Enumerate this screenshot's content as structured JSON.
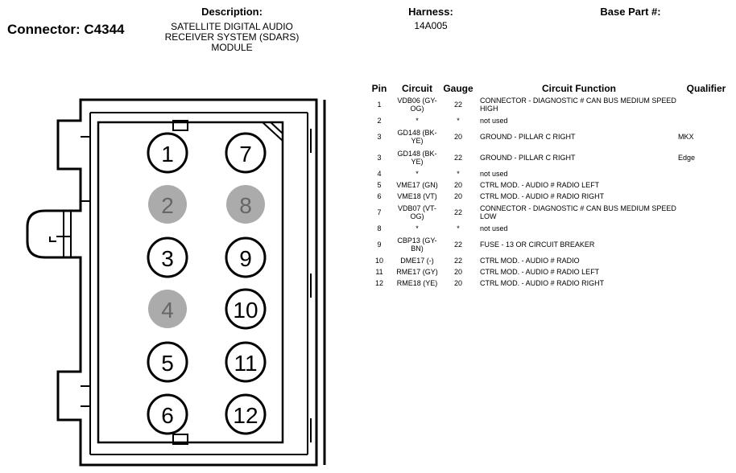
{
  "header": {
    "connector_label": "Connector: C4344",
    "description_heading": "Description:",
    "description_lines": [
      "SATELLITE DIGITAL AUDIO",
      "RECEIVER SYSTEM (SDARS)",
      "MODULE"
    ],
    "harness_heading": "Harness:",
    "harness_value": "14A005",
    "base_part_heading": "Base Part #:"
  },
  "colors": {
    "pin_filled": "#ababab",
    "outline": "#000000"
  },
  "pins": [
    {
      "label": "1",
      "state": "used"
    },
    {
      "label": "7",
      "state": "used"
    },
    {
      "label": "2",
      "state": "empty"
    },
    {
      "label": "8",
      "state": "empty"
    },
    {
      "label": "3",
      "state": "used"
    },
    {
      "label": "9",
      "state": "used"
    },
    {
      "label": "4",
      "state": "empty"
    },
    {
      "label": "10",
      "state": "used"
    },
    {
      "label": "5",
      "state": "used"
    },
    {
      "label": "11",
      "state": "used"
    },
    {
      "label": "6",
      "state": "used"
    },
    {
      "label": "12",
      "state": "used"
    }
  ],
  "table": {
    "headers": [
      "Pin",
      "Circuit",
      "Gauge",
      "Circuit Function",
      "Qualifier"
    ],
    "rows": [
      {
        "pin": "1",
        "circuit": "VDB06 (GY-OG)",
        "gauge": "22",
        "function": "CONNECTOR - DIAGNOSTIC # CAN BUS MEDIUM SPEED HIGH",
        "qualifier": ""
      },
      {
        "pin": "2",
        "circuit": "*",
        "gauge": "*",
        "function": "not used",
        "qualifier": ""
      },
      {
        "pin": "3",
        "circuit": "GD148 (BK-YE)",
        "gauge": "20",
        "function": "GROUND - PILLAR C RIGHT",
        "qualifier": "MKX"
      },
      {
        "pin": "3",
        "circuit": "GD148 (BK-YE)",
        "gauge": "22",
        "function": "GROUND - PILLAR C RIGHT",
        "qualifier": "Edge"
      },
      {
        "pin": "4",
        "circuit": "*",
        "gauge": "*",
        "function": "not used",
        "qualifier": ""
      },
      {
        "pin": "5",
        "circuit": "VME17 (GN)",
        "gauge": "20",
        "function": "CTRL MOD. - AUDIO # RADIO LEFT",
        "qualifier": ""
      },
      {
        "pin": "6",
        "circuit": "VME18 (VT)",
        "gauge": "20",
        "function": "CTRL MOD. - AUDIO # RADIO RIGHT",
        "qualifier": ""
      },
      {
        "pin": "7",
        "circuit": "VDB07 (VT-OG)",
        "gauge": "22",
        "function": "CONNECTOR - DIAGNOSTIC # CAN BUS MEDIUM SPEED LOW",
        "qualifier": ""
      },
      {
        "pin": "8",
        "circuit": "*",
        "gauge": "*",
        "function": "not used",
        "qualifier": ""
      },
      {
        "pin": "9",
        "circuit": "CBP13 (GY-BN)",
        "gauge": "22",
        "function": "FUSE - 13 OR CIRCUIT BREAKER",
        "qualifier": ""
      },
      {
        "pin": "10",
        "circuit": "DME17 (-)",
        "gauge": "22",
        "function": "CTRL MOD. - AUDIO # RADIO",
        "qualifier": ""
      },
      {
        "pin": "11",
        "circuit": "RME17 (GY)",
        "gauge": "20",
        "function": "CTRL MOD. - AUDIO # RADIO LEFT",
        "qualifier": ""
      },
      {
        "pin": "12",
        "circuit": "RME18 (YE)",
        "gauge": "20",
        "function": "CTRL MOD. - AUDIO # RADIO RIGHT",
        "qualifier": ""
      }
    ]
  }
}
